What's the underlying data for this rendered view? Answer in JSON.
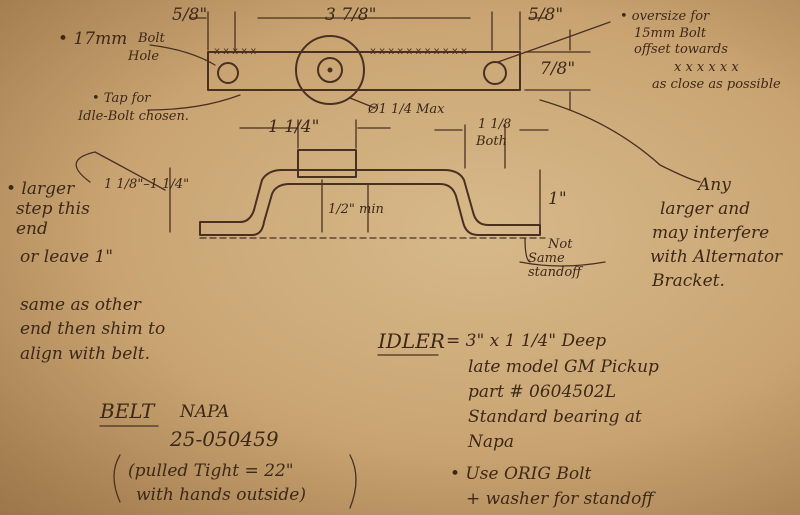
{
  "dimensions": {
    "left_offset": "5/8\"",
    "center_span": "3 7/8\"",
    "right_offset": "5/8\"",
    "plate_height": "7/8\"",
    "boss_width": "1 1/4\"",
    "bend_right": "1 1/8",
    "bend_right_sub": "Both",
    "left_drop": "1 1/8\"–1 1/4\"",
    "mid_clearance": "1/2\" min",
    "right_drop": "1\"",
    "max_dia": "Ø1 1/4 Max"
  },
  "notes": {
    "bolt_hole_l1": "• 17mm",
    "bolt_hole_l2": "Bolt",
    "bolt_hole_l3": "Hole",
    "tap_l1": "• Tap for",
    "tap_l2": "Idle-Bolt chosen.",
    "oversize_l1": "• oversize for",
    "oversize_l2": "15mm Bolt",
    "oversize_l3": "offset towards",
    "oversize_l4": "x x x x x x",
    "oversize_l5": "as close as possible",
    "left_step_l1": "• larger",
    "left_step_l2": "step this",
    "left_step_l3": "end",
    "left_step_l4": "or leave 1\"",
    "left_step_l5": "same as other",
    "left_step_l6": "end then shim to",
    "left_step_l7": "align with belt.",
    "not_same_l1": "Not",
    "not_same_l2": "Same",
    "not_same_l3": "standoff",
    "any_l1": "Any",
    "any_l2": "larger and",
    "any_l3": "may interfere",
    "any_l4": "with Alternator",
    "any_l5": "Bracket."
  },
  "idler": {
    "heading": "IDLER",
    "line1": "= 3\" x 1 1/4\" Deep",
    "line2": "late model GM Pickup",
    "line3": "part # 0604502L",
    "line4": "Standard bearing at",
    "line5": "Napa",
    "line6": "• Use ORIG Bolt",
    "line7": "+ washer for standoff"
  },
  "belt": {
    "heading": "BELT",
    "brand": "NAPA",
    "part": "25-050459",
    "note_l1": "(pulled Tight = 22\"",
    "note_l2": "with hands outside)"
  },
  "colors": {
    "paper": "#d2b283",
    "ink": "#4a3020"
  }
}
